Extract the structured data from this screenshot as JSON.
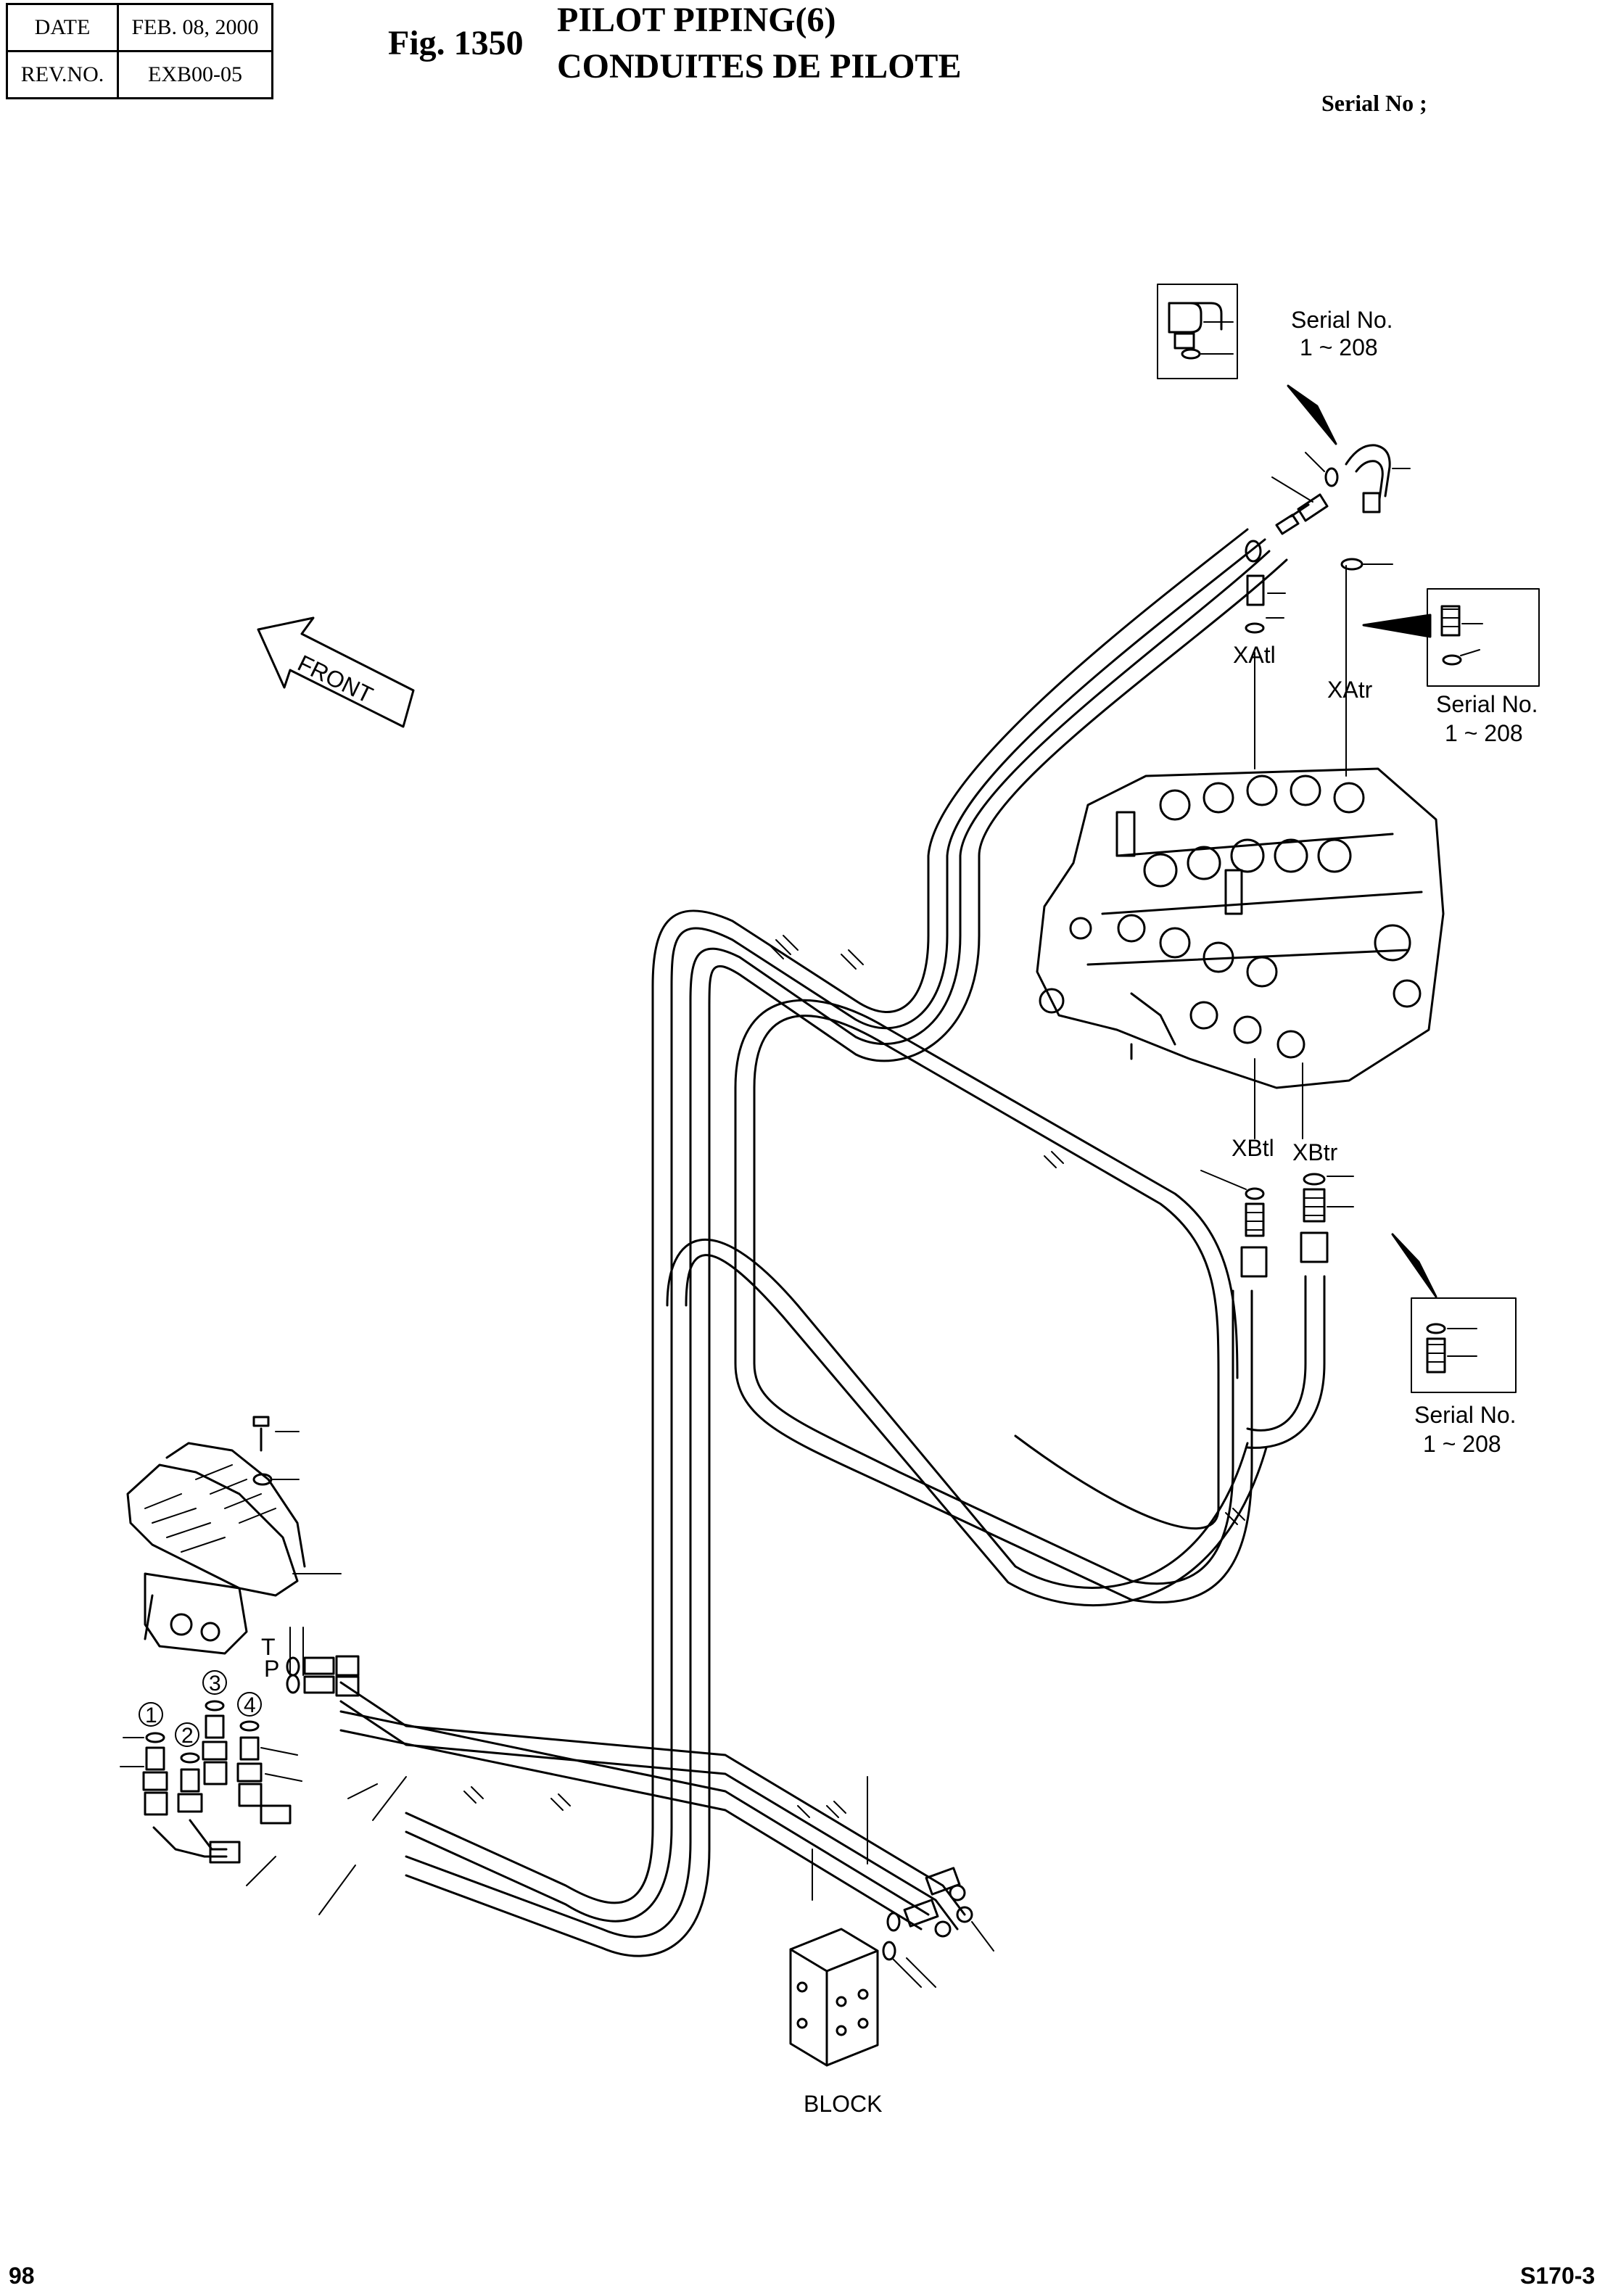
{
  "header": {
    "date_label": "DATE",
    "date_value": "FEB. 08, 2000",
    "rev_label": "REV.NO.",
    "rev_value": "EXB00-05",
    "fig_label": "Fig. 1350",
    "title_line1": "PILOT PIPING(6)",
    "title_line2": "CONDUITES DE PILOTE",
    "serial_label": "Serial No ;"
  },
  "callouts": {
    "inset_top": {
      "line1": "Serial No.",
      "line2": "1 ~ 208"
    },
    "inset_mid": {
      "line1": "Serial No.",
      "line2": "1 ~ 208"
    },
    "inset_low": {
      "line1": "Serial No.",
      "line2": "1 ~ 208"
    }
  },
  "ports": {
    "xatl": "XAtl",
    "xatr": "XAtr",
    "xbtl": "XBtl",
    "xbtr": "XBtr",
    "t": "T",
    "p": "P"
  },
  "numbers": [
    "1",
    "2",
    "3",
    "4"
  ],
  "front_label": "FRONT",
  "block_label": "BLOCK",
  "footer": {
    "page_number": "98",
    "model": "S170-3"
  }
}
